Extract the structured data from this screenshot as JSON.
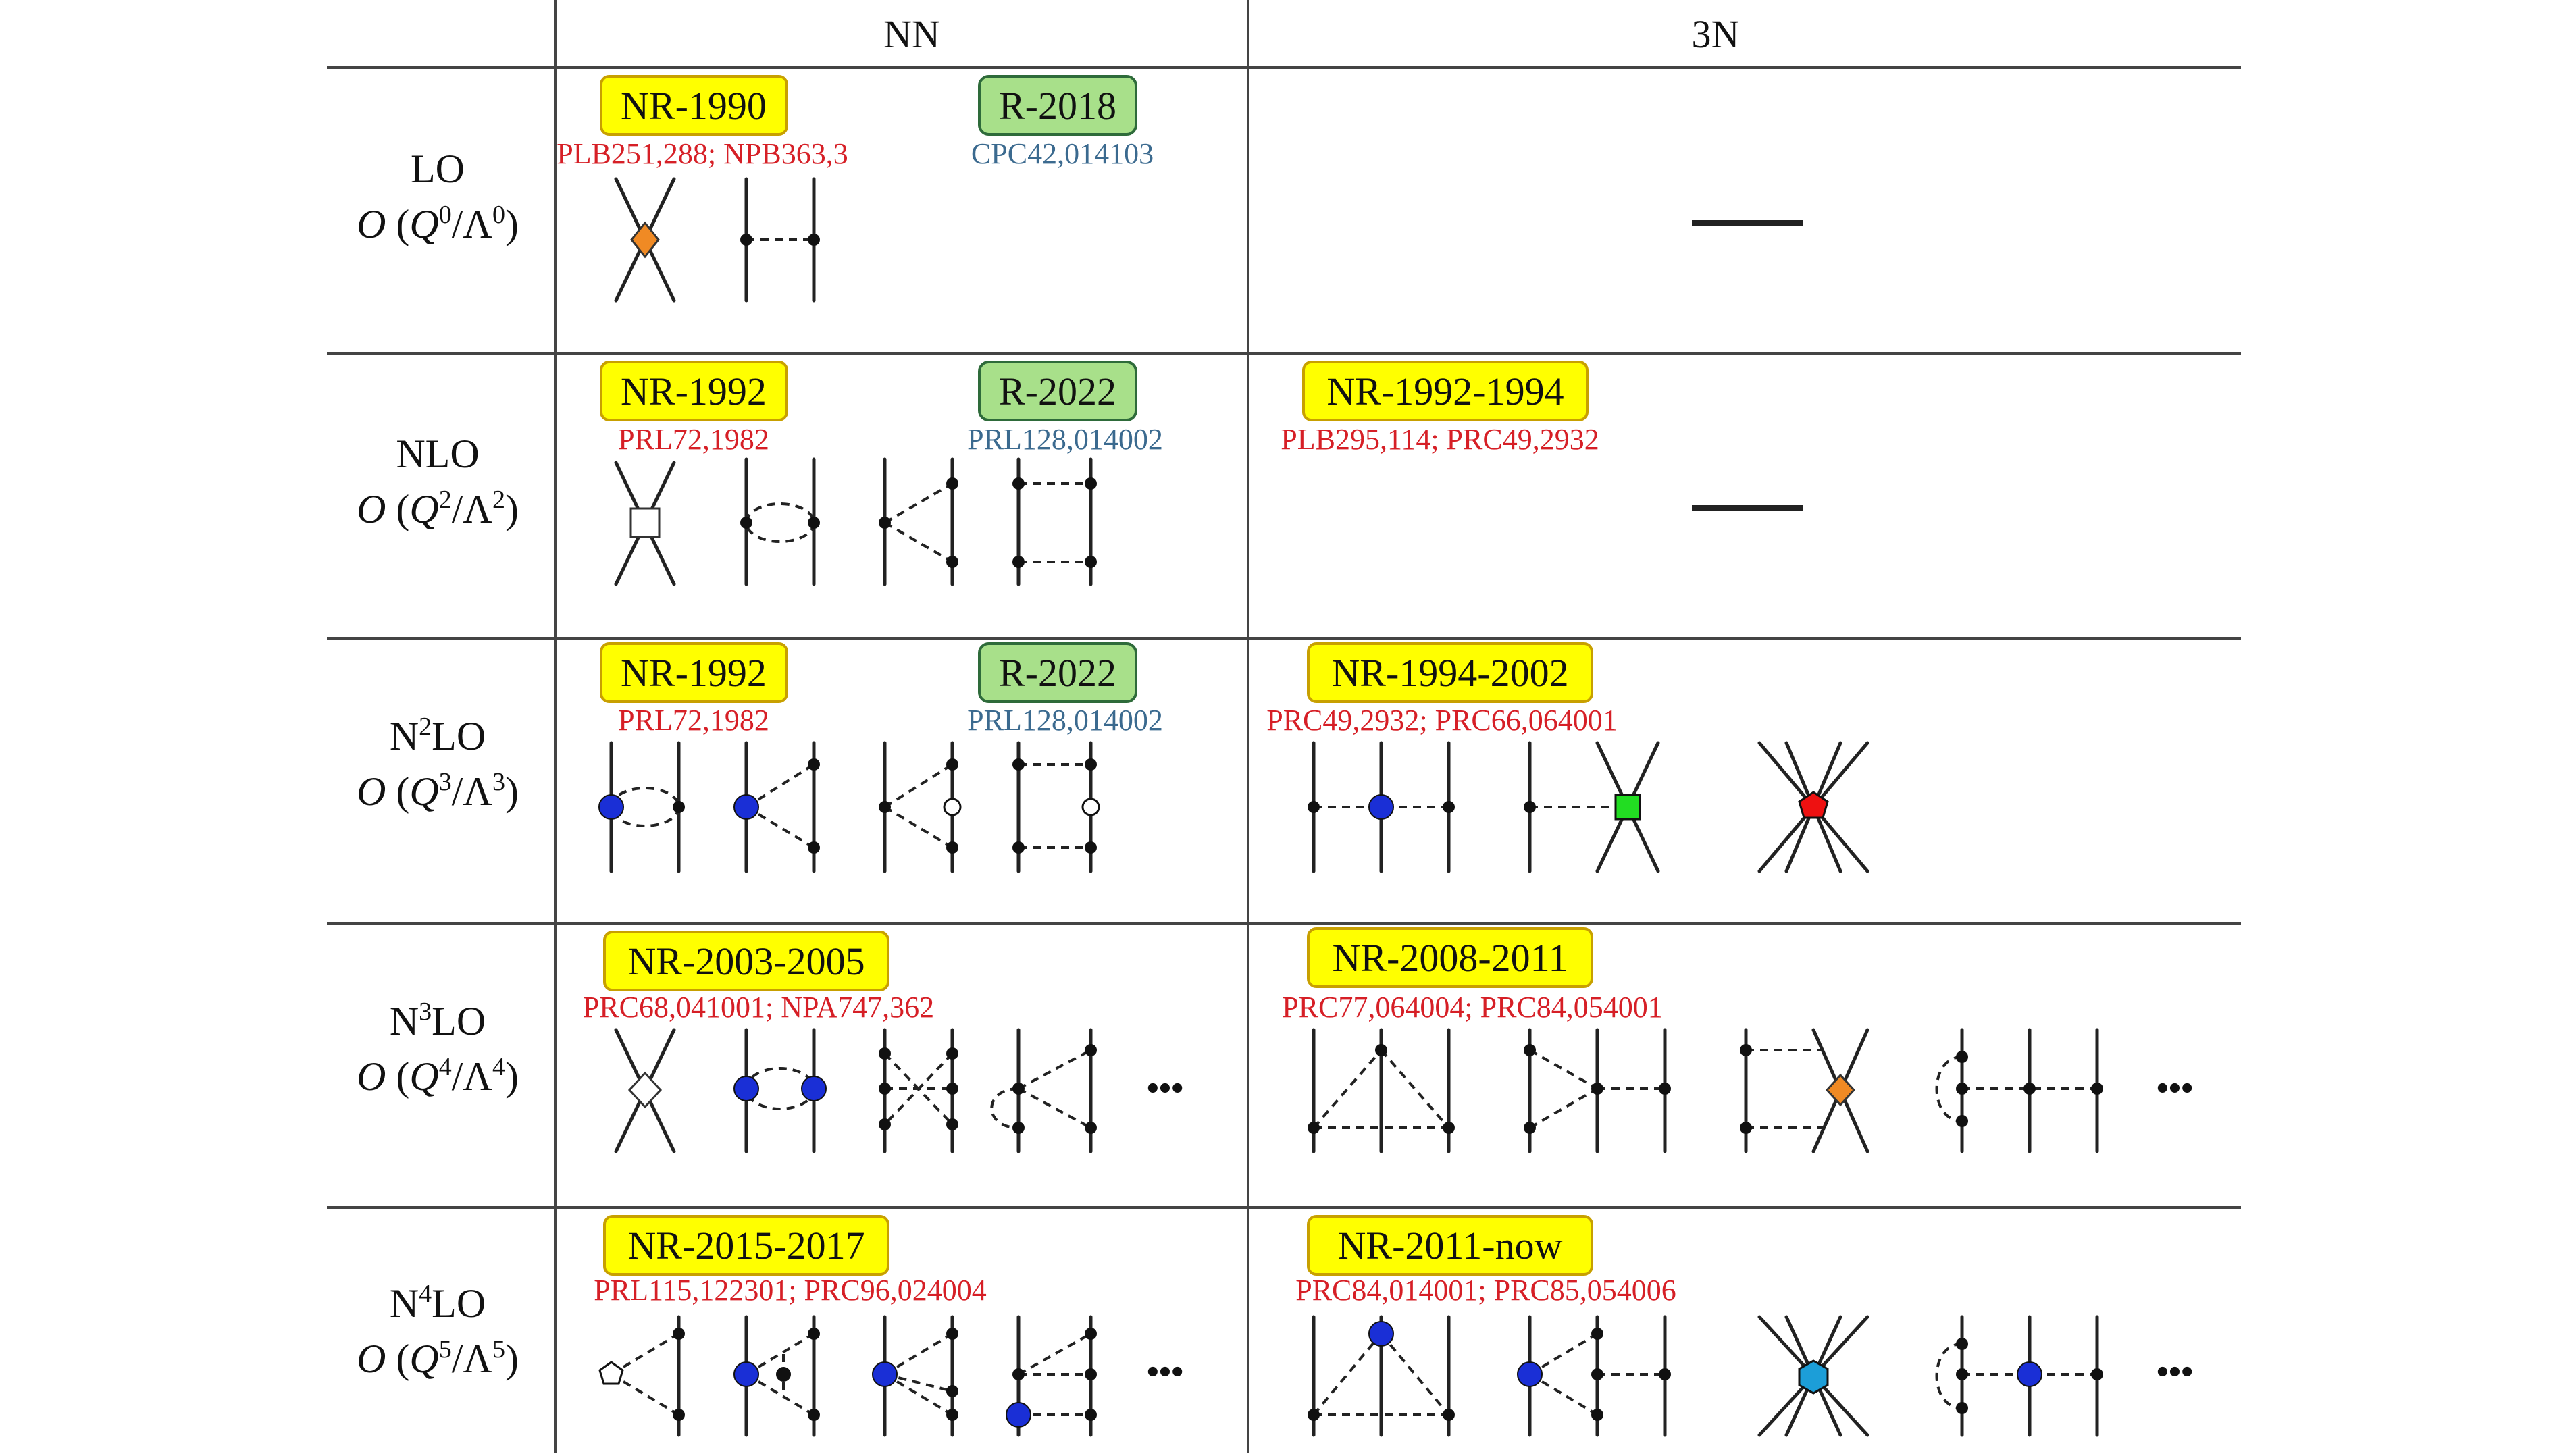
{
  "header": {
    "nn": "NN",
    "threeN": "3N"
  },
  "rows": [
    {
      "name": "LO",
      "order_base": "Q",
      "order_exp": "0",
      "lambda_exp": "0"
    },
    {
      "name": "NLO",
      "order_base": "Q",
      "order_exp": "2",
      "lambda_exp": "2"
    },
    {
      "name_prefix": "N",
      "name_sup": "2",
      "name_suffix": "LO",
      "order_base": "Q",
      "order_exp": "3",
      "lambda_exp": "3"
    },
    {
      "name_prefix": "N",
      "name_sup": "3",
      "name_suffix": "LO",
      "order_base": "Q",
      "order_exp": "4",
      "lambda_exp": "4"
    },
    {
      "name_prefix": "N",
      "name_sup": "4",
      "name_suffix": "LO",
      "order_base": "Q",
      "order_exp": "5",
      "lambda_exp": "5"
    }
  ],
  "order_symbol": "O",
  "lambda_symbol": "Λ",
  "nn": {
    "lo": {
      "nr_tag": "NR-1990",
      "nr_ref": "PLB251,288; NPB363,3",
      "r_tag": "R-2018",
      "r_ref": "CPC42,014103"
    },
    "nlo": {
      "nr_tag": "NR-1992",
      "nr_ref": "PRL72,1982",
      "r_tag": "R-2022",
      "r_ref": "PRL128,014002"
    },
    "n2lo": {
      "nr_tag": "NR-1992",
      "nr_ref": "PRL72,1982",
      "r_tag": "R-2022",
      "r_ref": "PRL128,014002"
    },
    "n3lo": {
      "nr_tag": "NR-2003-2005",
      "nr_ref": "PRC68,041001; NPA747,362"
    },
    "n4lo": {
      "nr_tag": "NR-2015-2017",
      "nr_ref": "PRL115,122301; PRC96,024004"
    }
  },
  "threeN": {
    "nlo": {
      "nr_tag": "NR-1992-1994",
      "nr_ref": "PLB295,114; PRC49,2932"
    },
    "n2lo": {
      "nr_tag": "NR-1994-2002",
      "nr_ref": "PRC49,2932; PRC66,064001"
    },
    "n3lo": {
      "nr_tag": "NR-2008-2011",
      "nr_ref": "PRC77,064004; PRC84,054001"
    },
    "n4lo": {
      "nr_tag": "NR-2011-now",
      "nr_ref": "PRC84,014001; PRC85,054006"
    }
  },
  "ellipsis": "•••",
  "colors": {
    "nr_fill": "#ffff00",
    "nr_border": "#c8a000",
    "r_fill": "#a8e08a",
    "r_border": "#2e6b3a",
    "ref_red": "#d61f26",
    "ref_blue": "#3b6a8f",
    "vertex_orange": "#f08a24",
    "vertex_blue": "#1a2fd6",
    "vertex_green": "#22dd22",
    "vertex_red": "#ee1111",
    "vertex_cyan": "#1c9ed8"
  }
}
